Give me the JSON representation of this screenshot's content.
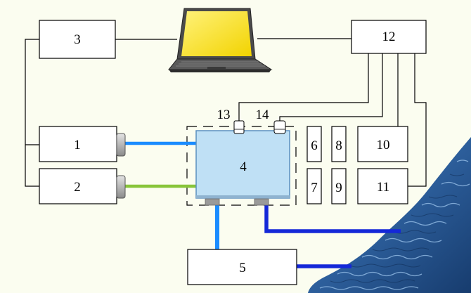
{
  "labels": {
    "box1": "1",
    "box2": "2",
    "box3": "3",
    "tank": "4",
    "box5": "5",
    "box6": "6",
    "box7": "7",
    "box8": "8",
    "box9": "9",
    "box10": "10",
    "box11": "11",
    "box12": "12",
    "sensor13": "13",
    "sensor14": "14"
  },
  "colors": {
    "background": "#fbfdf0",
    "tank_fill": "#bfe0f5",
    "light_blue_pipe": "#1a8cff",
    "green_pipe": "#88c53a",
    "dark_blue_pipe": "#1428d8",
    "laptop_screen": "#f4e600",
    "water": "#2d5f9c"
  },
  "icons": {
    "computer": "laptop-icon",
    "water_body": "water-texture"
  }
}
